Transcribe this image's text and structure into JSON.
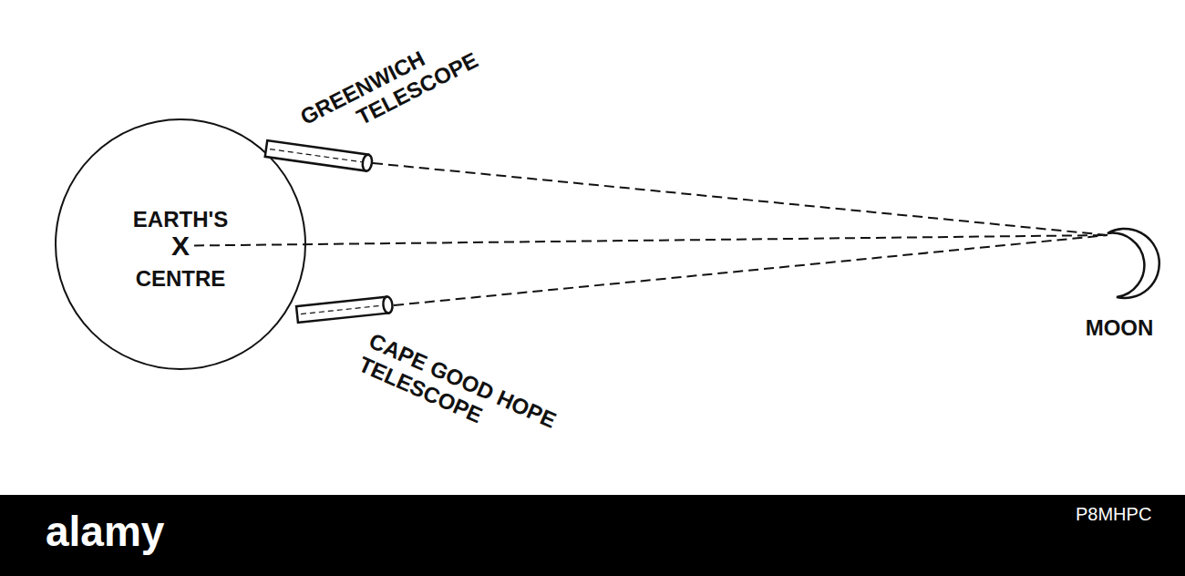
{
  "diagram": {
    "nodes": [
      {
        "text": [
          "EARTH'S",
          "X",
          "CENTRE"
        ]
      },
      {
        "text": [
          "GREENWICH TELESCOPE"
        ]
      },
      {
        "text": [
          "CAPE GOOD HOPE TELESCOPE"
        ]
      },
      {
        "text": [
          "MOON"
        ]
      }
    ],
    "edges": [
      {
        "from": 1,
        "to": 3,
        "arrow": "none"
      },
      {
        "from": 0,
        "to": 3,
        "arrow": "none"
      },
      {
        "from": 2,
        "to": 3,
        "arrow": "none"
      }
    ],
    "labels": [
      "alamy",
      "P8MHPC"
    ]
  }
}
